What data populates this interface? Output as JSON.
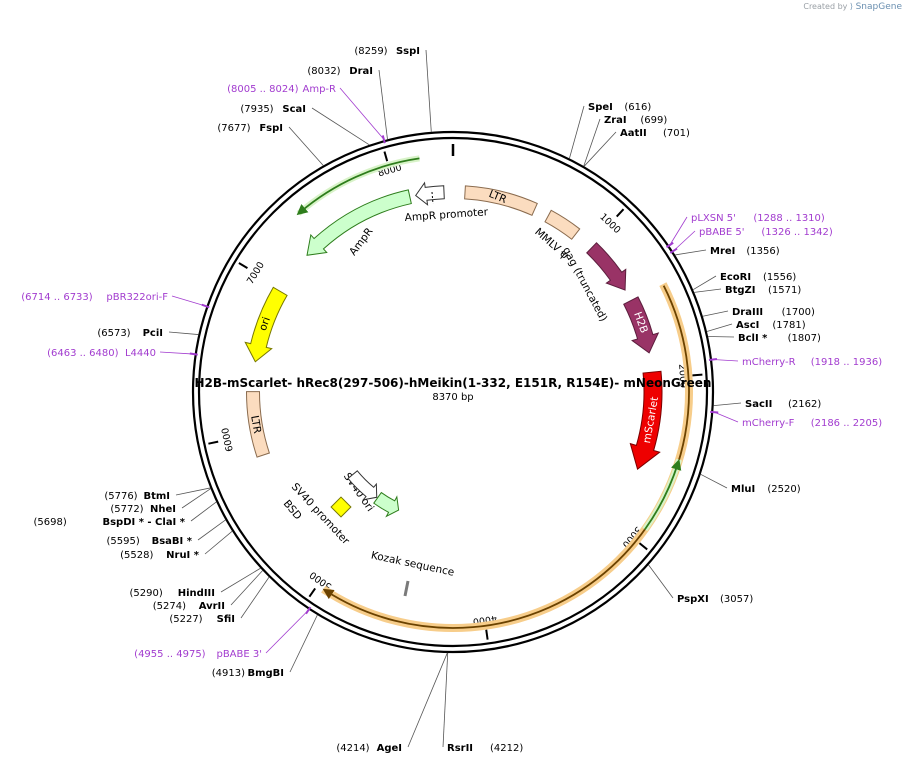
{
  "credit": {
    "prefix": "Created by",
    "brand": "SnapGene",
    "icon": "snapgene-logo-icon"
  },
  "map": {
    "title": "H2B-mScarlet- hRec8(297-506)-hMeikin(1-332, E151R, R154E)- mNeonGreen",
    "length_label": "8370 bp",
    "total_bp": 8370
  },
  "ticks": [
    {
      "bp": 1000,
      "label": "1000"
    },
    {
      "bp": 2000,
      "label": "2000"
    },
    {
      "bp": 3000,
      "label": "3000"
    },
    {
      "bp": 4000,
      "label": "4000"
    },
    {
      "bp": 5000,
      "label": "5000"
    },
    {
      "bp": 6000,
      "label": "6000"
    },
    {
      "bp": 7000,
      "label": "7000"
    },
    {
      "bp": 8000,
      "label": "8000"
    }
  ],
  "sites": [
    {
      "name": "SspI",
      "pos": "(8259)"
    },
    {
      "name": "DraI",
      "pos": "(8032)"
    },
    {
      "name": "ScaI",
      "pos": "(7935)"
    },
    {
      "name": "FspI",
      "pos": "(7677)"
    },
    {
      "name": "SpeI",
      "pos": "(616)"
    },
    {
      "name": "ZraI",
      "pos": "(699)"
    },
    {
      "name": "AatII",
      "pos": "(701)"
    },
    {
      "name": "MreI",
      "pos": "(1356)"
    },
    {
      "name": "EcoRI",
      "pos": "(1556)"
    },
    {
      "name": "BtgZI",
      "pos": "(1571)"
    },
    {
      "name": "DraIII",
      "pos": "(1700)"
    },
    {
      "name": "AscI",
      "pos": "(1781)"
    },
    {
      "name": "BclI *",
      "pos": "(1807)"
    },
    {
      "name": "SacII",
      "pos": "(2162)"
    },
    {
      "name": "MluI",
      "pos": "(2520)"
    },
    {
      "name": "PspXI",
      "pos": "(3057)"
    },
    {
      "name": "AgeI",
      "pos": "(4214)"
    },
    {
      "name": "RsrII",
      "pos": "(4212)"
    },
    {
      "name": "BmgBI",
      "pos": "(4913)"
    },
    {
      "name": "SfiI",
      "pos": "(5227)"
    },
    {
      "name": "AvrII",
      "pos": "(5274)"
    },
    {
      "name": "HindIII",
      "pos": "(5290)"
    },
    {
      "name": "NruI *",
      "pos": "(5528)"
    },
    {
      "name": "BsaBI *",
      "pos": "(5595)"
    },
    {
      "name": "BspDI *  - ClaI *",
      "pos": "(5698)"
    },
    {
      "name": "NheI",
      "pos": "(5772)"
    },
    {
      "name": "BtmI",
      "pos": "(5776)"
    },
    {
      "name": "PciI",
      "pos": "(6573)"
    }
  ],
  "primers": [
    {
      "name": "Amp-R",
      "pos": "(8005 .. 8024)"
    },
    {
      "name": "pLXSN 5'",
      "pos": "(1288 .. 1310)"
    },
    {
      "name": "pBABE 5'",
      "pos": "(1326 .. 1342)"
    },
    {
      "name": "mCherry-R",
      "pos": "(1918 .. 1936)"
    },
    {
      "name": "mCherry-F",
      "pos": "(2186 .. 2205)"
    },
    {
      "name": "pBABE 3'",
      "pos": "(4955 .. 4975)"
    },
    {
      "name": "pBR322ori-F",
      "pos": "(6714 .. 6733)"
    },
    {
      "name": "L4440",
      "pos": "(6463 .. 6480)"
    }
  ],
  "features": [
    {
      "name": "LTR",
      "color": "#fbdcbf"
    },
    {
      "name": "MMLV ψ",
      "color": "#fbdcbf"
    },
    {
      "name": "gag (truncated)",
      "color": "#993366"
    },
    {
      "name": "H2B",
      "color": "#993366"
    },
    {
      "name": "mScarlet",
      "color": "#ee0000"
    },
    {
      "name": "AmpR promoter",
      "color": "#ffffff"
    },
    {
      "name": "AmpR",
      "color": "#ccffcc"
    },
    {
      "name": "ori",
      "color": "#ffff00"
    },
    {
      "name": "LTR",
      "color": "#fbdcbf"
    },
    {
      "name": "SV40 ori",
      "color": "#ffff00"
    },
    {
      "name": "SV40 promoter",
      "color": "#ffffff"
    },
    {
      "name": "BSD",
      "color": "#ccffcc"
    },
    {
      "name": "Kozak sequence",
      "color": "#808080"
    }
  ],
  "colors": {
    "primer": "#a23ccf",
    "backbone": "#000000",
    "insert_highlight": "#f5c77e",
    "insert_line": "#8b5a00",
    "green_line": "#4aa02c"
  }
}
